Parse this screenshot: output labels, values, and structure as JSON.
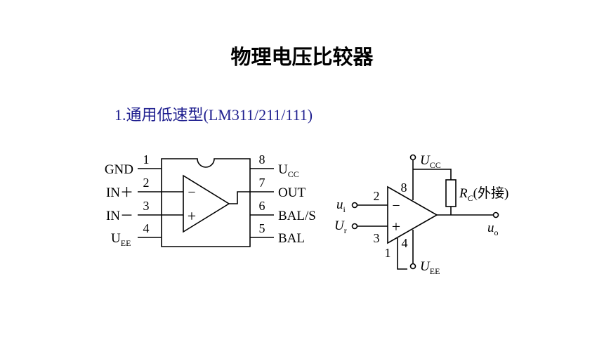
{
  "title": "物理电压比较器",
  "subtitle": "1.通用低速型(LM311/211/111)",
  "package": {
    "left_pins": [
      {
        "num": "1",
        "label": "GND"
      },
      {
        "num": "2",
        "label": "IN＋"
      },
      {
        "num": "3",
        "label": "IN－"
      },
      {
        "num": "4",
        "label": "U",
        "sub": "EE"
      }
    ],
    "right_pins": [
      {
        "num": "8",
        "label": "U",
        "sub": "CC"
      },
      {
        "num": "7",
        "label": "OUT"
      },
      {
        "num": "6",
        "label": "BAL/S"
      },
      {
        "num": "5",
        "label": "BAL"
      }
    ],
    "minus_sign": "−",
    "plus_sign": "+"
  },
  "circuit": {
    "ucc": {
      "label": "U",
      "sub": "CC"
    },
    "uee": {
      "label": "U",
      "sub": "EE"
    },
    "ui": {
      "label": "u",
      "sub": "i"
    },
    "ur": {
      "label": "U",
      "sub": "r"
    },
    "uo": {
      "label": "u",
      "sub": "o"
    },
    "rc": {
      "label": "R",
      "sub": "C",
      "suffix": "(外接)"
    },
    "pins": [
      "2",
      "3",
      "8",
      "4",
      "1"
    ],
    "minus_sign": "−",
    "plus_sign": "+"
  }
}
